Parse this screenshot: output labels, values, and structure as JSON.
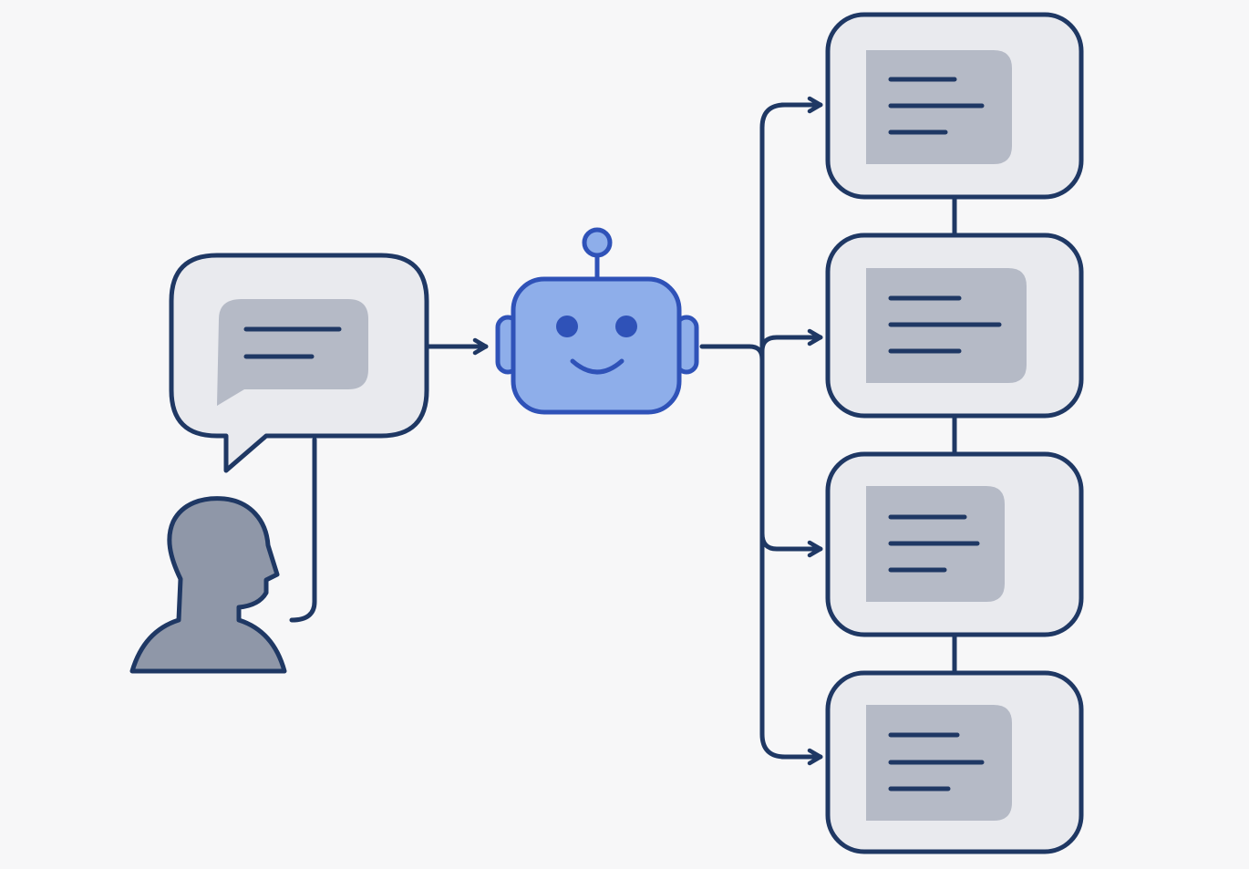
{
  "colors": {
    "background": "#f7f7f8",
    "outline": "#1f3864",
    "card_fill": "#e9eaee",
    "content_fill": "#b5bac6",
    "person_fill": "#8f97a8",
    "robot_fill": "#8eaeea",
    "robot_outline": "#2f52b8",
    "robot_features": "#2f52b8"
  },
  "icons": {
    "user": "person-silhouette-icon",
    "message": "speech-bubble-icon",
    "assistant": "robot-icon",
    "outputs": "document-card-icon"
  },
  "diagram": {
    "nodes": [
      {
        "id": "user",
        "kind": "person"
      },
      {
        "id": "prompt",
        "kind": "speech-bubble",
        "text_lines": 2
      },
      {
        "id": "assistant",
        "kind": "robot"
      },
      {
        "id": "output-1",
        "kind": "card",
        "text_lines": 3
      },
      {
        "id": "output-2",
        "kind": "card",
        "text_lines": 3
      },
      {
        "id": "output-3",
        "kind": "card",
        "text_lines": 3
      },
      {
        "id": "output-4",
        "kind": "card",
        "text_lines": 3
      }
    ],
    "edges": [
      {
        "from": "user",
        "to": "prompt",
        "arrow": false
      },
      {
        "from": "prompt",
        "to": "assistant",
        "arrow": true
      },
      {
        "from": "assistant",
        "to": "output-1",
        "arrow": true
      },
      {
        "from": "assistant",
        "to": "output-2",
        "arrow": true
      },
      {
        "from": "assistant",
        "to": "output-3",
        "arrow": true
      },
      {
        "from": "assistant",
        "to": "output-4",
        "arrow": true
      },
      {
        "from": "output-1",
        "to": "output-2",
        "arrow": false
      },
      {
        "from": "output-2",
        "to": "output-3",
        "arrow": false
      },
      {
        "from": "output-3",
        "to": "output-4",
        "arrow": false
      }
    ]
  }
}
